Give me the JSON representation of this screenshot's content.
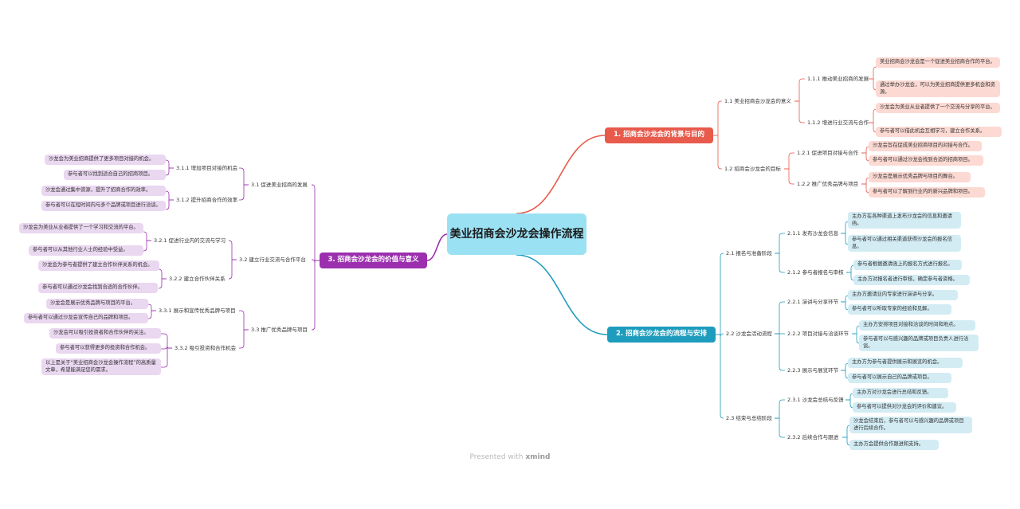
{
  "root": "美业招商会沙龙会操作流程",
  "branches": {
    "b1": {
      "title": "1. 招商会沙龙会的背景与目的",
      "color": "#e85a4b",
      "s11": {
        "title": "1.1 美业招商会沙龙会的意义",
        "s111": {
          "title": "1.1.1 推动美业招商的发展",
          "leaves": [
            "美业招商会沙龙会是一个促进美业招商合作的平台。",
            "通过举办沙龙会，可以为美业招商提供更多机会和资源。"
          ]
        },
        "s112": {
          "title": "1.1.2 增进行业交流与合作",
          "leaves": [
            "沙龙会为美业从业者提供了一个交流与分享的平台。",
            "参与者可以借此机会互相学习，建立合作关系。"
          ]
        }
      },
      "s12": {
        "title": "1.2 招商会沙龙会的目标",
        "s121": {
          "title": "1.2.1 促进项目对接与合作",
          "leaves": [
            "沙龙会旨在促成美业招商项目的对接与合作。",
            "参与者可以通过沙龙会找到合适的招商项目。"
          ]
        },
        "s122": {
          "title": "1.2.2 推广优秀品牌与项目",
          "leaves": [
            "沙龙会是展示优秀品牌与项目的舞台。",
            "参与者可以了解到行业内的新兴品牌和项目。"
          ]
        }
      }
    },
    "b2": {
      "title": "2. 招商会沙龙会的流程与安排",
      "color": "#1e9cbd",
      "s21": {
        "title": "2.1 报名与准备阶段",
        "s211": {
          "title": "2.1.1 发布沙龙会信息",
          "leaves": [
            "主办方在各种渠道上发布沙龙会的信息和邀请函。",
            "参与者可以通过相关渠道获得沙龙会的报名信息。"
          ]
        },
        "s212": {
          "title": "2.1.2 参与者报名与审核",
          "leaves": [
            "参与者根据邀请函上的报名方式进行报名。",
            "主办方对报名者进行审核，确定参与者资格。"
          ]
        }
      },
      "s22": {
        "title": "2.2 沙龙会活动流程",
        "s221": {
          "title": "2.2.1 演讲与分享环节",
          "leaves": [
            "主办方邀请业内专家进行演讲与分享。",
            "参与者可以听取专家的经验和见解。"
          ]
        },
        "s222": {
          "title": "2.2.2 项目对接与洽谈环节",
          "leaves": [
            "主办方安排项目对接和洽谈的时间和地点。",
            "参与者可以与感兴趣的品牌或项目负责人进行洽谈。"
          ]
        },
        "s223": {
          "title": "2.2.3 展示与展览环节",
          "leaves": [
            "主办方为参与者提供展示和展览的机会。",
            "参与者可以展示自己的品牌或项目。"
          ]
        }
      },
      "s23": {
        "title": "2.3 结束与总结阶段",
        "s231": {
          "title": "2.3.1 沙龙会总结与反馈",
          "leaves": [
            "主办方对沙龙会进行总结和反馈。",
            "参与者可以提供对沙龙会的评价和建议。"
          ]
        },
        "s232": {
          "title": "2.3.2 后续合作与跟进",
          "leaves": [
            "沙龙会结束后，参与者可以与感兴趣的品牌或项目进行后续合作。",
            "主办方会提供合作跟进和支持。"
          ]
        }
      }
    },
    "b3": {
      "title": "3. 招商会沙龙会的价值与意义",
      "color": "#9b2fae",
      "s31": {
        "title": "3.1 促进美业招商的发展",
        "s311": {
          "title": "3.1.1 增加项目对接的机会",
          "leaves": [
            "沙龙会为美业招商提供了更多项目对接的机会。",
            "参与者可以找到适合自己的招商项目。"
          ]
        },
        "s312": {
          "title": "3.1.2 提升招商合作的效率",
          "leaves": [
            "沙龙会通过集中资源，提升了招商合作的效率。",
            "参与者可以在短时间内与多个品牌或项目进行洽谈。"
          ]
        }
      },
      "s32": {
        "title": "3.2 建立行业交流与合作平台",
        "s321": {
          "title": "3.2.1 促进行业内的交流与学习",
          "leaves": [
            "沙龙会为美业从业者提供了一个学习和交流的平台。",
            "参与者可以从其他行业人士的经验中受益。"
          ]
        },
        "s322": {
          "title": "3.2.2 建立合作伙伴关系",
          "leaves": [
            "沙龙会为参与者提供了建立合作伙伴关系的机会。",
            "参与者可以通过沙龙会找到合适的合作伙伴。"
          ]
        }
      },
      "s33": {
        "title": "3.3 推广优秀品牌与项目",
        "s331": {
          "title": "3.3.1 展示和宣传优秀品牌与项目",
          "leaves": [
            "沙龙会是展示优秀品牌与项目的平台。",
            "参与者可以通过沙龙会宣传自己的品牌和项目。"
          ]
        },
        "s332": {
          "title": "3.3.2 吸引投资和合作机会",
          "leaves": [
            "沙龙会可以吸引投资者和合作伙伴的关注。",
            "参与者可以获得更多的投资和合作机会。",
            "以上是关于“美业招商会沙龙会操作流程”的高质量文章，希望能满足您的需求。"
          ]
        }
      }
    }
  },
  "footer": {
    "prefix": "Presented with ",
    "brand": "xmind"
  }
}
